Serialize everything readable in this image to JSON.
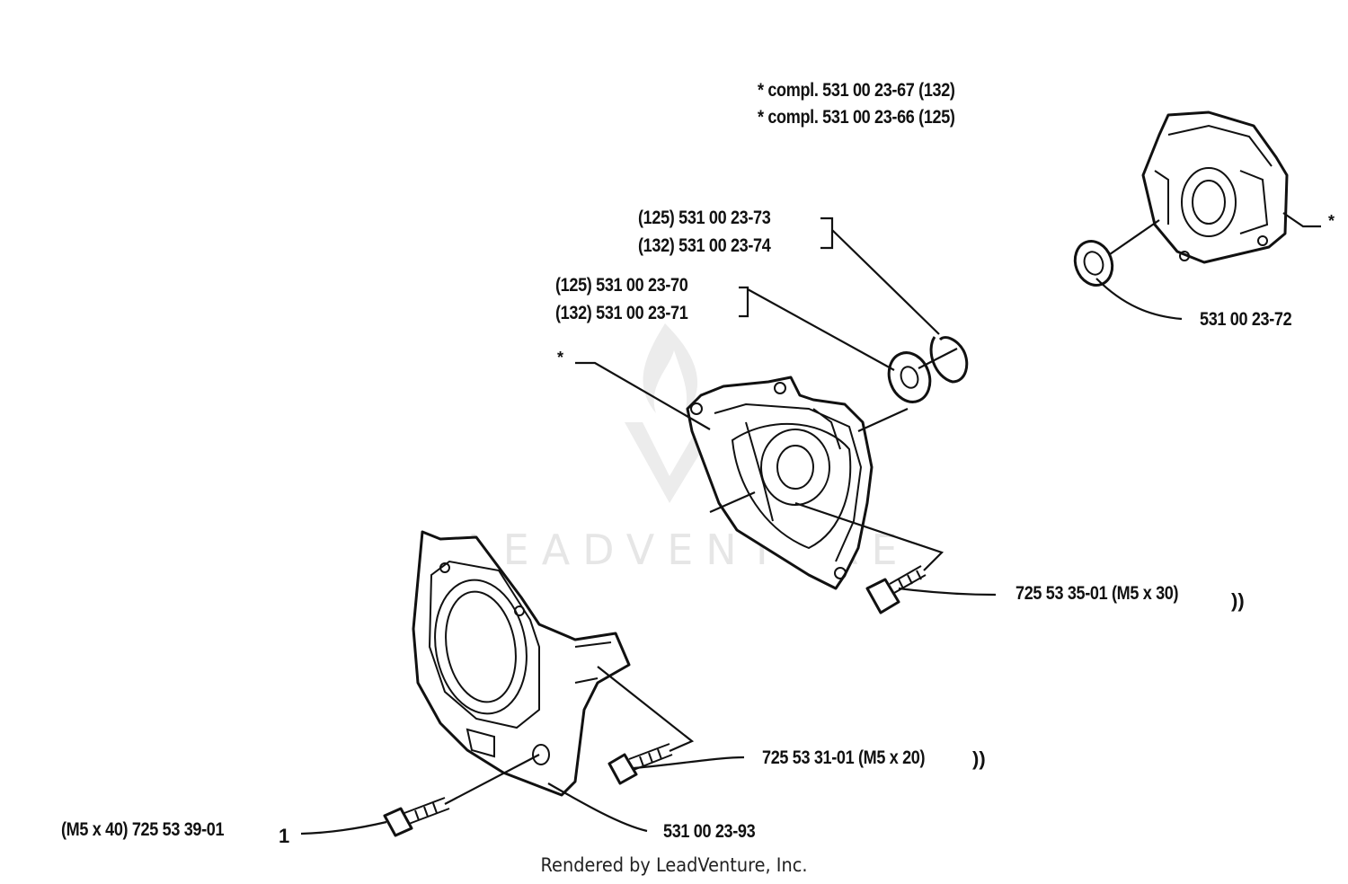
{
  "labels": {
    "compl_132": "* compl. 531 00 23-67 (132)",
    "compl_125": "* compl. 531 00 23-66 (125)",
    "circlip_125": "(125) 531 00 23-73",
    "circlip_132": "(132) 531 00 23-74",
    "bearing_125": "(125) 531 00 23-70",
    "bearing_132": "(132) 531 00 23-71",
    "bearing_right": "531 00 23-72",
    "screw_m5x30": "725 53 35-01 (M5 x 30)",
    "screw_m5x20": "725 53 31-01 (M5 x 20)",
    "screw_m5x40": "(M5 x 40) 725 53 39-01",
    "cover_part": "531 00 23-93",
    "star_left": "*",
    "star_right": "*",
    "qty_m5x40": "1",
    "mark_m5x30": "))",
    "mark_m5x20": "))"
  },
  "watermark": "LEADVENTURE",
  "footer": "Rendered by LeadVenture, Inc.",
  "colors": {
    "line": "#111111",
    "background": "#ffffff",
    "watermark": "#e6e6e6"
  }
}
